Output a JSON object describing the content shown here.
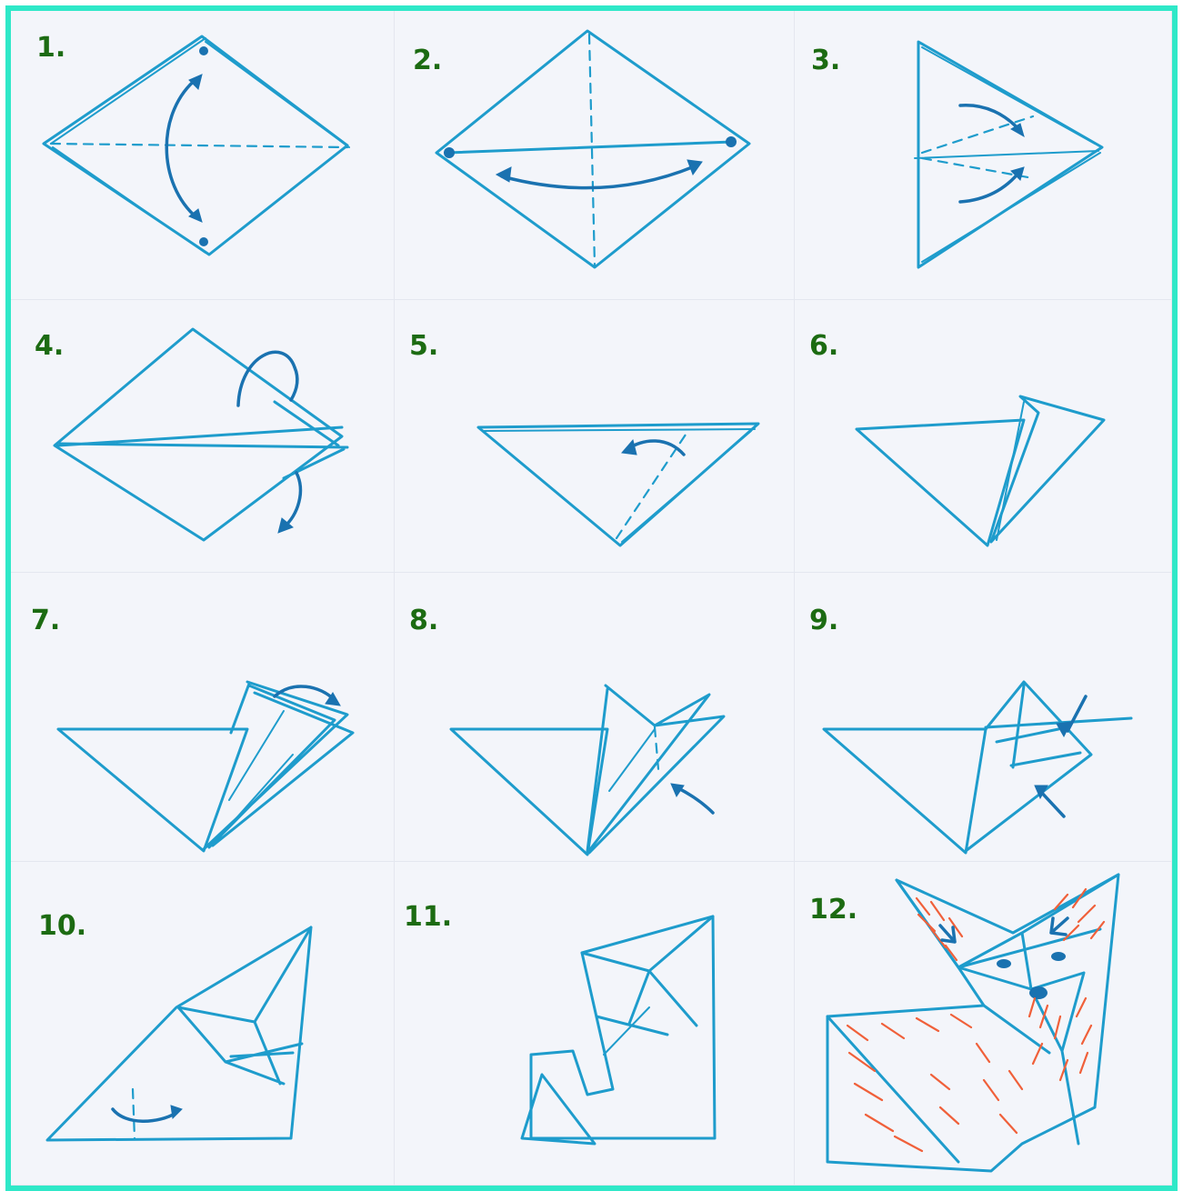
{
  "steps": [
    {
      "label": "1."
    },
    {
      "label": "2."
    },
    {
      "label": "3."
    },
    {
      "label": "4."
    },
    {
      "label": "5."
    },
    {
      "label": "6."
    },
    {
      "label": "7."
    },
    {
      "label": "8."
    },
    {
      "label": "9."
    },
    {
      "label": "10."
    },
    {
      "label": "11."
    },
    {
      "label": "12."
    }
  ],
  "colors": {
    "frame": "#2fe8c8",
    "label": "#1c6b12",
    "ink": "#1e9ccc",
    "arrow": "#1a72b0",
    "fur": "#f0603a",
    "paper": "#f3f5fa"
  }
}
